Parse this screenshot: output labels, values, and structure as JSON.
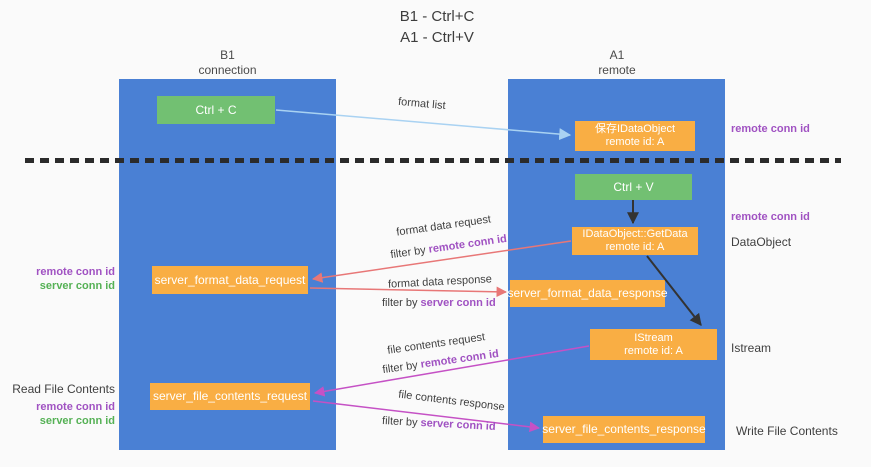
{
  "title": {
    "line1": "B1 - Ctrl+C",
    "line2": "A1 - Ctrl+V"
  },
  "lifelines": {
    "left": {
      "title": "B1",
      "subtitle": "connection"
    },
    "right": {
      "title": "A1",
      "subtitle": "remote"
    }
  },
  "boxes": {
    "ctrl_c": {
      "label": "Ctrl + C"
    },
    "ctrl_v": {
      "label": "Ctrl + V"
    },
    "save_idataobject": {
      "line1": "保存IDataObject",
      "line2": "remote id: A"
    },
    "idataobject_getdata": {
      "line1": "IDataObject::GetData",
      "line2": "remote id: A"
    },
    "istream": {
      "line1": "IStream",
      "line2": "remote id: A"
    },
    "server_format_data_request": {
      "label": "server_format_data_request"
    },
    "server_format_data_response": {
      "label": "server_format_data_response"
    },
    "server_file_contents_request": {
      "label": "server_file_contents_request"
    },
    "server_file_contents_response": {
      "label": "server_file_contents_response"
    }
  },
  "messages": {
    "format_list": "format list",
    "format_data_request": "format data request",
    "format_data_response": "format data response",
    "file_contents_request": "file contents request",
    "file_contents_response": "file contents response",
    "filter_by": "filter by",
    "remote_conn_id": "remote conn id",
    "server_conn_id": "server conn id"
  },
  "side_labels": {
    "right": {
      "remote_conn_id_top": "remote conn id",
      "remote_conn_id_mid": "remote conn id",
      "dataobject": "DataObject",
      "istream": "Istream",
      "write_file_contents": "Write File Contents"
    },
    "left": {
      "remote_conn_id_mid": "remote conn id",
      "server_conn_id_mid": "server conn id",
      "read_file_contents": "Read File Contents",
      "remote_conn_id_bottom": "remote conn id",
      "server_conn_id_bottom": "server conn id"
    }
  },
  "colors": {
    "lifeline_blue": "#4a80d4",
    "action_green": "#72c072",
    "message_orange": "#f9ae44",
    "arrow_lightblue": "#a9d2f2",
    "arrow_red": "#e87777",
    "arrow_magenta": "#c551c5",
    "arrow_black": "#333333",
    "label_purple": "#a052c2",
    "label_green": "#55b155"
  }
}
